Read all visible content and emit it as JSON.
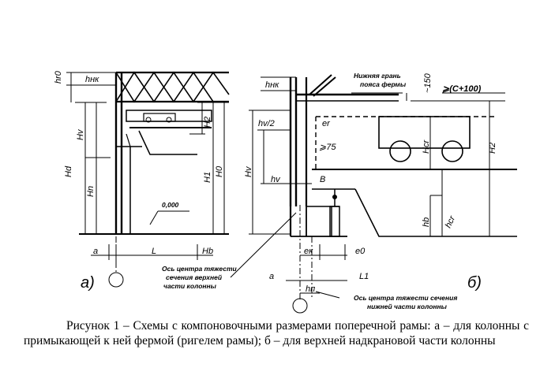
{
  "diagram_a": {
    "labels": {
      "hr0": "hr0",
      "hnk": "hнк",
      "hv": "Hv",
      "hd": "Hd",
      "hn": "Hn",
      "h2": "H2",
      "h1": "H1",
      "h0": "H0",
      "hb": "Hb",
      "a": "a",
      "L": "L",
      "zero": "0,000"
    },
    "letter": "а)"
  },
  "diagram_b": {
    "labels": {
      "hnk": "hнк",
      "hv2": "hv/2",
      "hv": "Hv",
      "hv_small": "hv",
      "er": "er",
      "ge75": "⩾75",
      "B": "B",
      "hcr": "Hcr",
      "h2": "H2",
      "hb": "hb",
      "hcr_small": "hcr",
      "ek": "eк",
      "e0": "e0",
      "a": "a",
      "L1": "L1",
      "hn": "hп",
      "bottom_flange_1": "Нижняя грань",
      "bottom_flange_2": "пояса фермы",
      "dim150": "~150",
      "gec100": "⩾(С+100)",
      "axis_top_1": "Ось центра тяжести",
      "axis_top_2": "сечения верхней",
      "axis_top_3": "части колонны",
      "axis_bot_1": "Ось центра тяжести сечения",
      "axis_bot_2": "нижней части колонны"
    },
    "letter": "б)"
  },
  "caption": "Рисунок 1 – Схемы с компоновочными размерами поперечной рамы: а – для колонны с примыкающей к ней фермой (ригелем рамы); б – для верхней надкрановой части колонны"
}
